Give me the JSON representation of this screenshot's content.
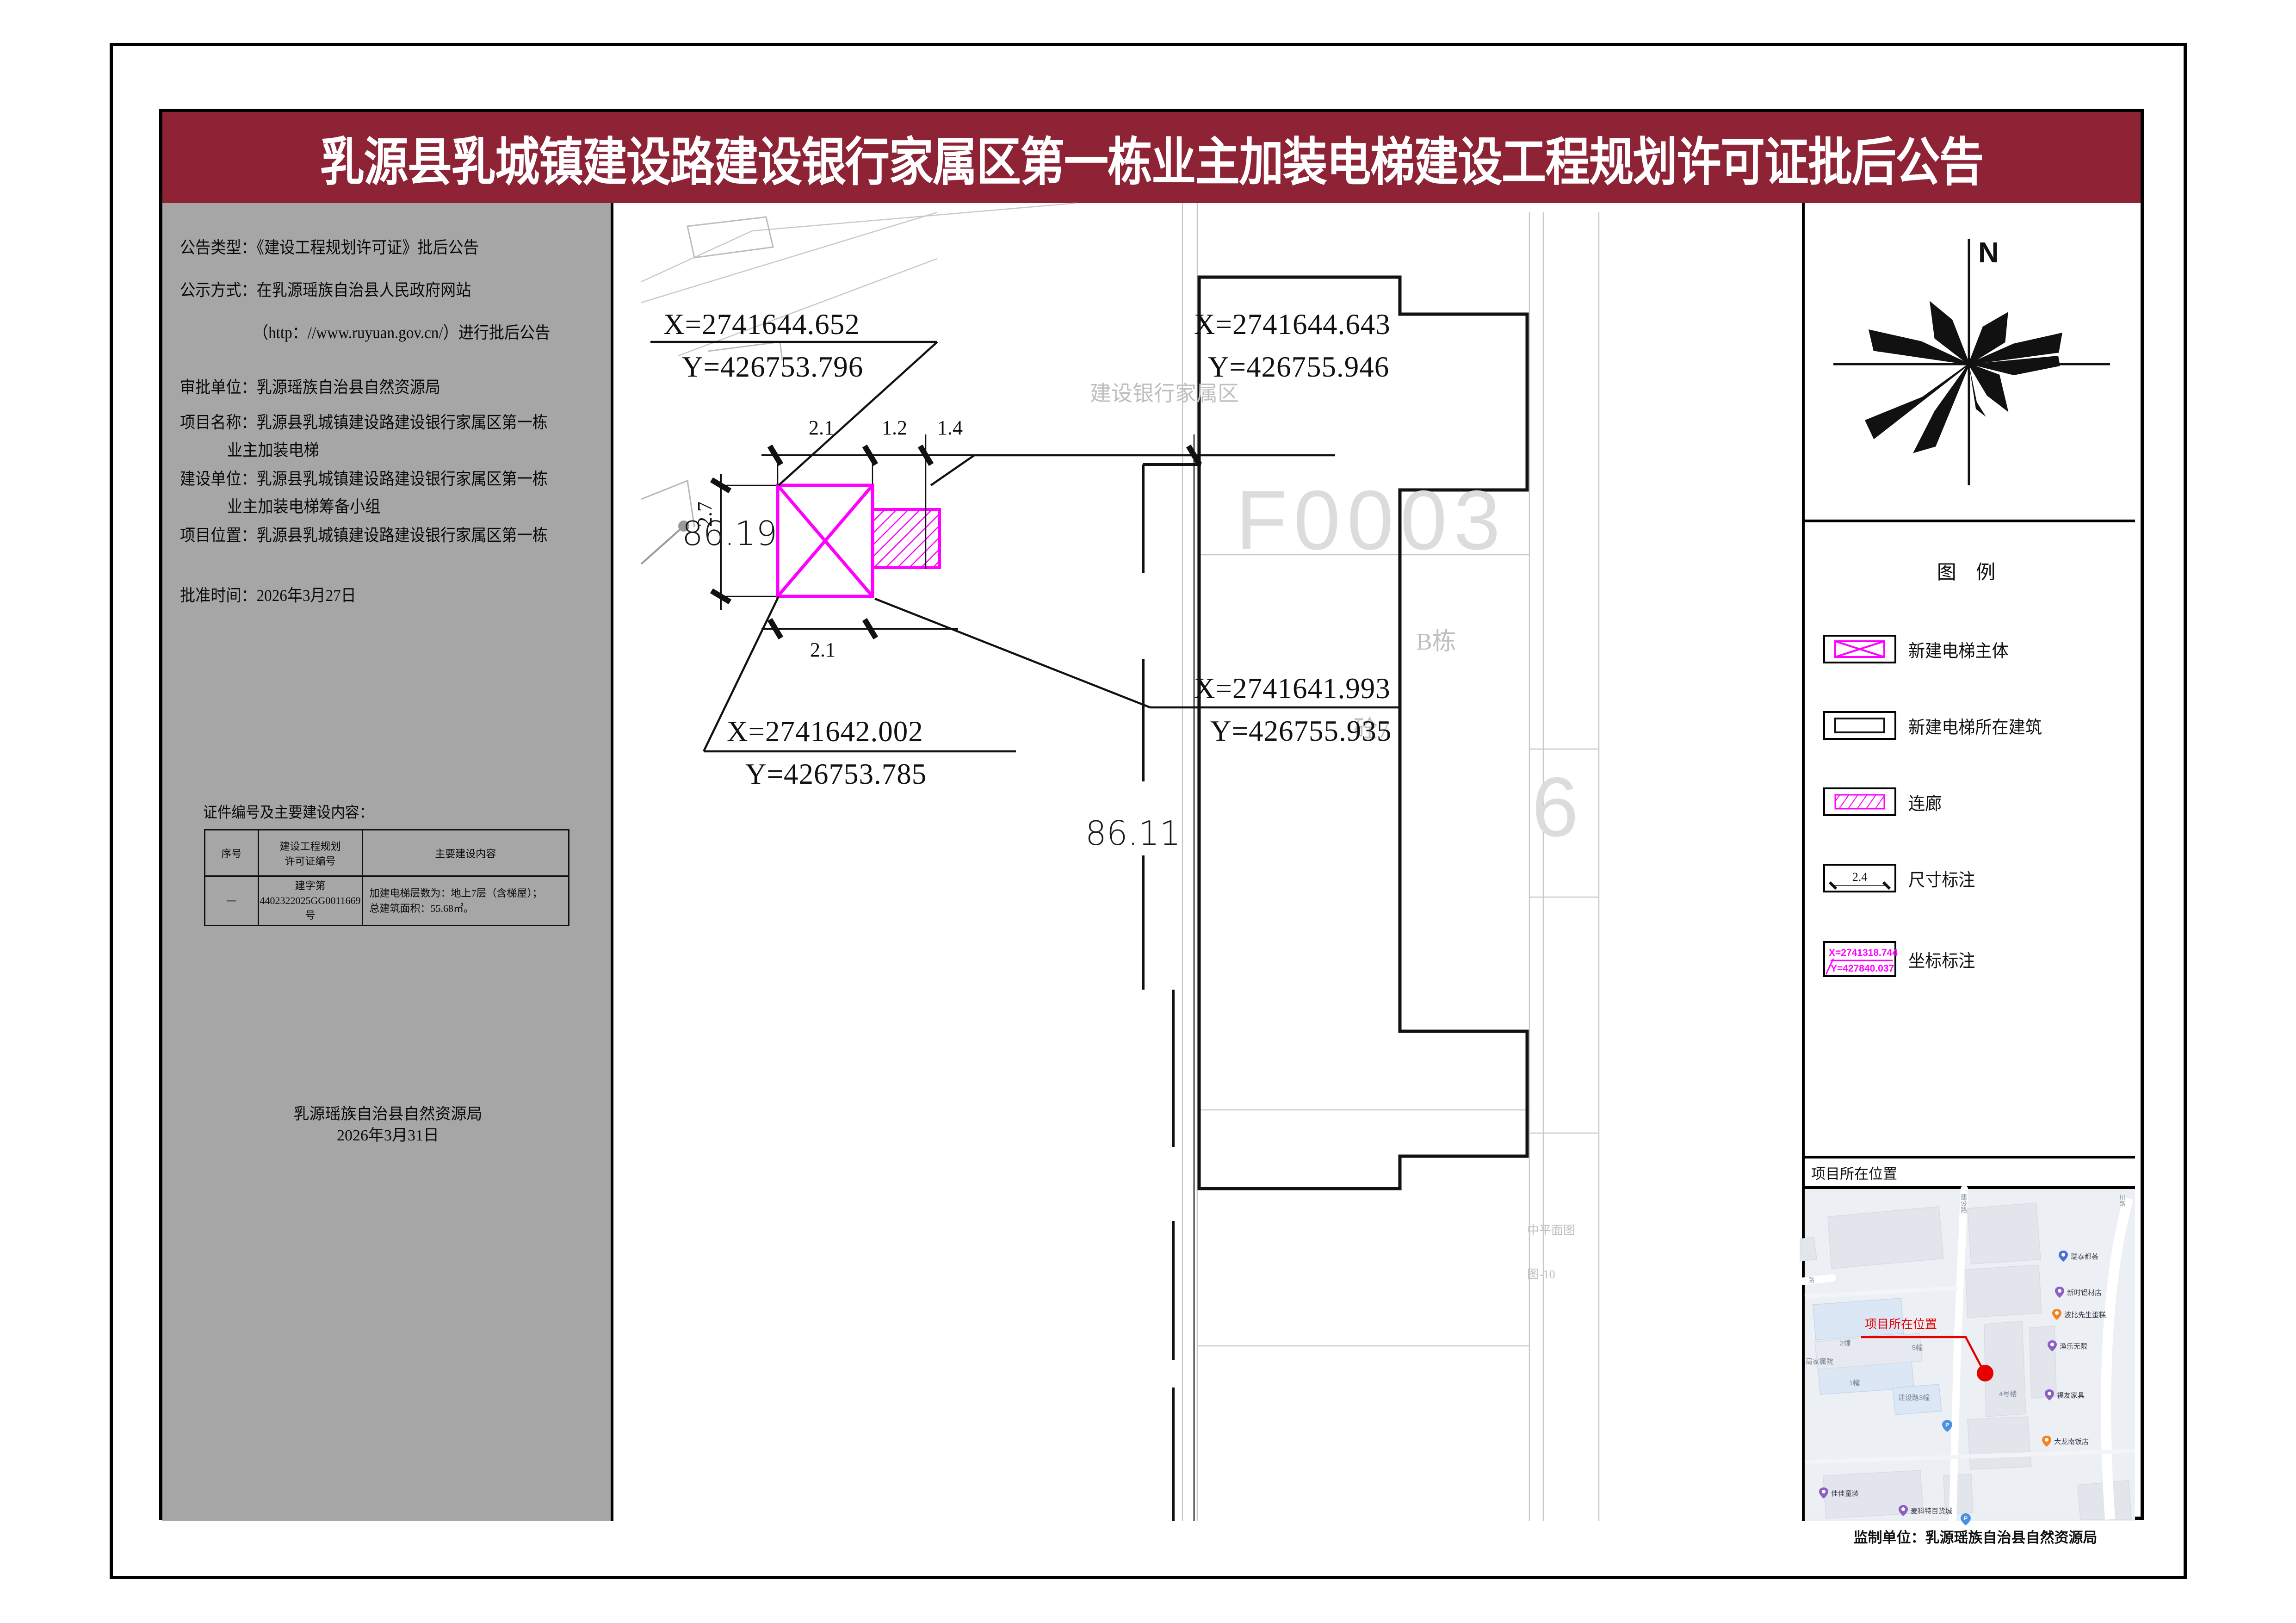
{
  "banner": {
    "title": "乳源县乳城镇建设路建设银行家属区第一栋业主加装电梯建设工程规划许可证批后公告",
    "bg_color": "#8e2336"
  },
  "sidebar": {
    "lines": [
      {
        "text": "公告类型：《建设工程规划许可证》批后公告",
        "indent": 0
      },
      {
        "text": "公示方式：在乳源瑶族自治县人民政府网站",
        "indent": 0
      },
      {
        "text": "（http：//www.ruyuan.gov.cn/）进行批后公告",
        "indent": 2
      },
      {
        "text": "审批单位：乳源瑶族自治县自然资源局",
        "indent": 0
      },
      {
        "text": "项目名称：乳源县乳城镇建设路建设银行家属区第一栋",
        "indent": 0
      },
      {
        "text": "业主加装电梯",
        "indent": 1
      },
      {
        "text": "建设单位：乳源县乳城镇建设路建设银行家属区第一栋",
        "indent": 0
      },
      {
        "text": "业主加装电梯筹备小组",
        "indent": 1
      },
      {
        "text": "项目位置：乳源县乳城镇建设路建设银行家属区第一栋",
        "indent": 0
      },
      {
        "text": "批准时间：2026年3月27日",
        "indent": 0
      }
    ],
    "cert_heading": "证件编号及主要建设内容：",
    "cert_table": {
      "headers": [
        "序号",
        "建设工程规划\n许可证编号",
        "主要建设内容"
      ],
      "header_col2_line1": "建设工程规划",
      "header_col2_line2": "许可证编号",
      "rows": [
        {
          "no": "一",
          "cert_line1": "建字第",
          "cert_line2": "4402322025GG0011669号",
          "content_line1": "加建电梯层数为：地上7层（含梯屋）；",
          "content_line2": "总建筑面积：55.68㎡。"
        }
      ]
    },
    "signature_org": "乳源瑶族自治县自然资源局",
    "signature_date": "2026年3月31日"
  },
  "drawing": {
    "area_label": "建设银行家属区",
    "building_label": "B栋",
    "structure_label": "砼7",
    "lot_code": "F0003",
    "lot_code2": "6",
    "elevations": [
      {
        "value": "86.19"
      },
      {
        "value": "86.11"
      }
    ],
    "dimensions": {
      "top": [
        "2.1",
        "1.2",
        "1.4"
      ],
      "bottom": [
        "2.1"
      ],
      "left": [
        "2.7"
      ]
    },
    "coordinates": [
      {
        "x": "X=2741644.652",
        "y": "Y=426753.796"
      },
      {
        "x": "X=2741644.643",
        "y": "Y=426755.946"
      },
      {
        "x": "X=2741642.002",
        "y": "Y=426753.785"
      },
      {
        "x": "X=2741641.993",
        "y": "Y=426755.935"
      }
    ],
    "section_label": "中平面图",
    "section_label2": "图-10",
    "elevator_color": "#ff00ff"
  },
  "compass": {
    "north_label": "N"
  },
  "legend": {
    "title": "图 例",
    "items": [
      {
        "label": "新建电梯主体",
        "symbol": "elevator-body-symbol"
      },
      {
        "label": "新建电梯所在建筑",
        "symbol": "host-building-symbol"
      },
      {
        "label": "连廊",
        "symbol": "corridor-symbol"
      },
      {
        "label": "尺寸标注",
        "symbol": "dimension-symbol",
        "value": "2.4"
      },
      {
        "label": "坐标标注",
        "symbol": "coordinate-symbol",
        "coord_x": "X=2741318.744",
        "coord_y": "Y=427840.037"
      }
    ]
  },
  "location": {
    "header": "项目所在位置",
    "callout": "项目所在位置",
    "callout_color": "#e60000",
    "roads": [
      "建设路",
      "川路",
      "路"
    ],
    "buildings": [
      "2幢",
      "5幢",
      "1幢",
      "建设路3幢",
      "4号楼",
      "局家属院"
    ],
    "pois": [
      {
        "name": "瑞泰都荟",
        "color": "#4a6fd4"
      },
      {
        "name": "新时铝材店",
        "color": "#8b5fc4"
      },
      {
        "name": "波比先生蛋糕",
        "color": "#f5821f"
      },
      {
        "name": "渔乐无限",
        "color": "#8b5fc4"
      },
      {
        "name": "福友家具",
        "color": "#8b5fc4"
      },
      {
        "name": "大龙南饭店",
        "color": "#f5821f"
      },
      {
        "name": "佳佳童装",
        "color": "#8b5fc4"
      },
      {
        "name": "麦科特百货城",
        "color": "#8b5fc4"
      },
      {
        "name": "P",
        "color": "#4a90e2"
      },
      {
        "name": "P",
        "color": "#4a90e2"
      }
    ]
  },
  "footer": {
    "supervisor": "监制单位：乳源瑶族自治县自然资源局"
  }
}
